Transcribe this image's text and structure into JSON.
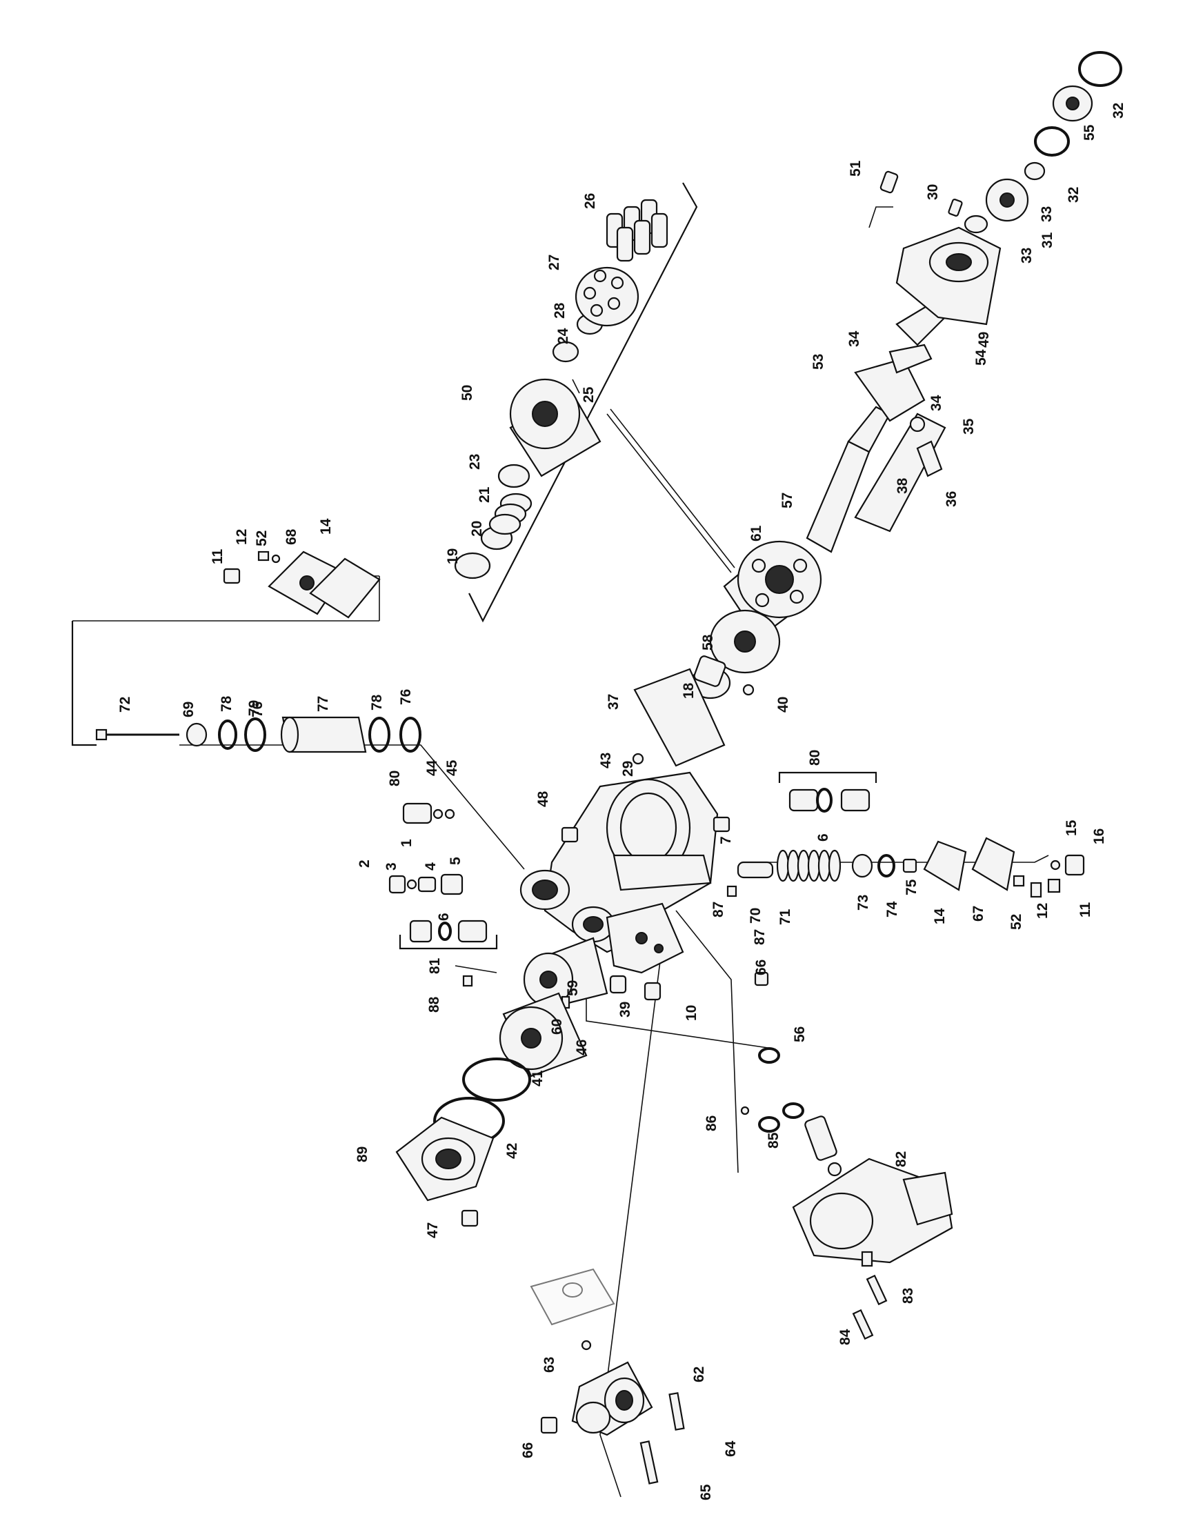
{
  "diagram": {
    "type": "exploded-parts-diagram",
    "orientation": "rotated-90-ccw",
    "callouts": [
      "1",
      "2",
      "3",
      "4",
      "5",
      "6",
      "6",
      "7",
      "10",
      "11",
      "11",
      "12",
      "12",
      "14",
      "14",
      "15",
      "16",
      "18",
      "19",
      "20",
      "21",
      "23",
      "24",
      "25",
      "26",
      "27",
      "28",
      "29",
      "30",
      "31",
      "32",
      "32",
      "33",
      "33",
      "34",
      "34",
      "35",
      "36",
      "37",
      "38",
      "39",
      "40",
      "41",
      "42",
      "43",
      "44",
      "45",
      "46",
      "47",
      "48",
      "49",
      "50",
      "51",
      "52",
      "52",
      "53",
      "54",
      "55",
      "56",
      "57",
      "58",
      "59",
      "60",
      "61",
      "62",
      "63",
      "64",
      "65",
      "66",
      "66",
      "67",
      "68",
      "69",
      "70",
      "71",
      "72",
      "73",
      "74",
      "75",
      "76",
      "76",
      "77",
      "78",
      "78",
      "79",
      "80",
      "80",
      "81",
      "82",
      "83",
      "84",
      "85",
      "86",
      "87",
      "87",
      "88",
      "89"
    ]
  }
}
